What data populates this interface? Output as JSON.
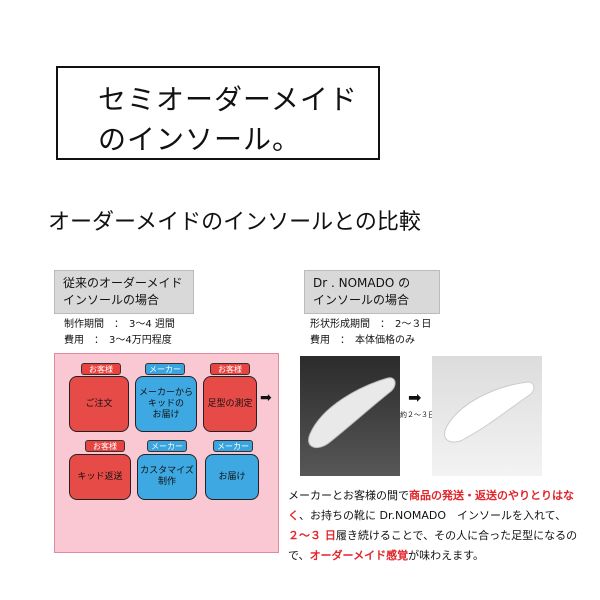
{
  "title": {
    "line1": "セミオーダーメイド",
    "line2": "のインソール。"
  },
  "heading": "オーダーメイドのインソールとの比較",
  "left": {
    "label_line1": "従来のオーダーメイド",
    "label_line2": "インソールの場合",
    "period": "制作期間　：　3〜4 週間",
    "cost": "費用　：　3〜4万円程度",
    "flow": {
      "tags": [
        "お客様",
        "メーカー",
        "お客様",
        "お客様",
        "メーカー",
        "メーカー"
      ],
      "boxes": [
        "ご注文",
        "メーカーから\nキッドの\nお届け",
        "足型の測定",
        "キッド返送",
        "カスタマイズ\n制作",
        "お届け"
      ]
    }
  },
  "right": {
    "label_line1": "Dr . NOMADO の",
    "label_line2": "インソールの場合",
    "period": "形状形成期間　：　2〜３日",
    "cost": "費用　：　本体価格のみ",
    "arrow_caption": "約２〜３日"
  },
  "description": {
    "p1": "メーカーとお客様の間で",
    "r1": "商品の発送・返送のやりとりはなく",
    "p2": "、お持ちの靴に Dr.NOMADO　インソールを入れて、",
    "r2": "２〜３ 日",
    "p3": "履き続けることで、その人に合った足型になるので、",
    "r3": "オーダーメイド感覚",
    "p4": "が味わえます。"
  },
  "colors": {
    "red": "#e74b48",
    "blue": "#3da8e2",
    "pink_panel": "#f9c8d2",
    "highlight": "#e1252b"
  }
}
